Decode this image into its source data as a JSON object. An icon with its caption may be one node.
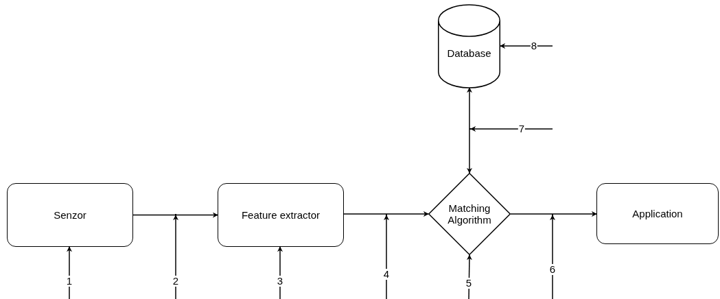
{
  "diagram": {
    "nodes": [
      {
        "text": [
          "Database"
        ]
      },
      {
        "text": [
          "Senzor"
        ]
      },
      {
        "text": [
          "Feature extractor"
        ]
      },
      {
        "text": [
          "Matching Algorithm"
        ]
      },
      {
        "text": [
          "Application"
        ]
      },
      {
        "text": [],
        "shape": "point"
      },
      {
        "text": [],
        "shape": "point"
      },
      {
        "text": [],
        "shape": "point"
      },
      {
        "text": [],
        "shape": "point"
      }
    ],
    "edges": [
      {
        "from": 1,
        "to": 2,
        "arrow": "to"
      },
      {
        "from": 2,
        "to": 3,
        "arrow": "to"
      },
      {
        "from": 3,
        "to": 4,
        "arrow": "to"
      },
      {
        "from": 0,
        "to": 3,
        "arrow": "both"
      },
      {
        "from": null,
        "to": 1,
        "arrow": "to",
        "label": "1"
      },
      {
        "from": null,
        "to": 5,
        "arrow": "to",
        "label": "2"
      },
      {
        "from": null,
        "to": 2,
        "arrow": "to",
        "label": "3"
      },
      {
        "from": null,
        "to": 6,
        "arrow": "to",
        "label": "4"
      },
      {
        "from": null,
        "to": 3,
        "arrow": "to",
        "label": "5"
      },
      {
        "from": null,
        "to": 7,
        "arrow": "to",
        "label": "6"
      },
      {
        "from": null,
        "to": 8,
        "arrow": "to",
        "label": "7"
      },
      {
        "from": null,
        "to": 0,
        "arrow": "to",
        "label": "8"
      }
    ]
  }
}
